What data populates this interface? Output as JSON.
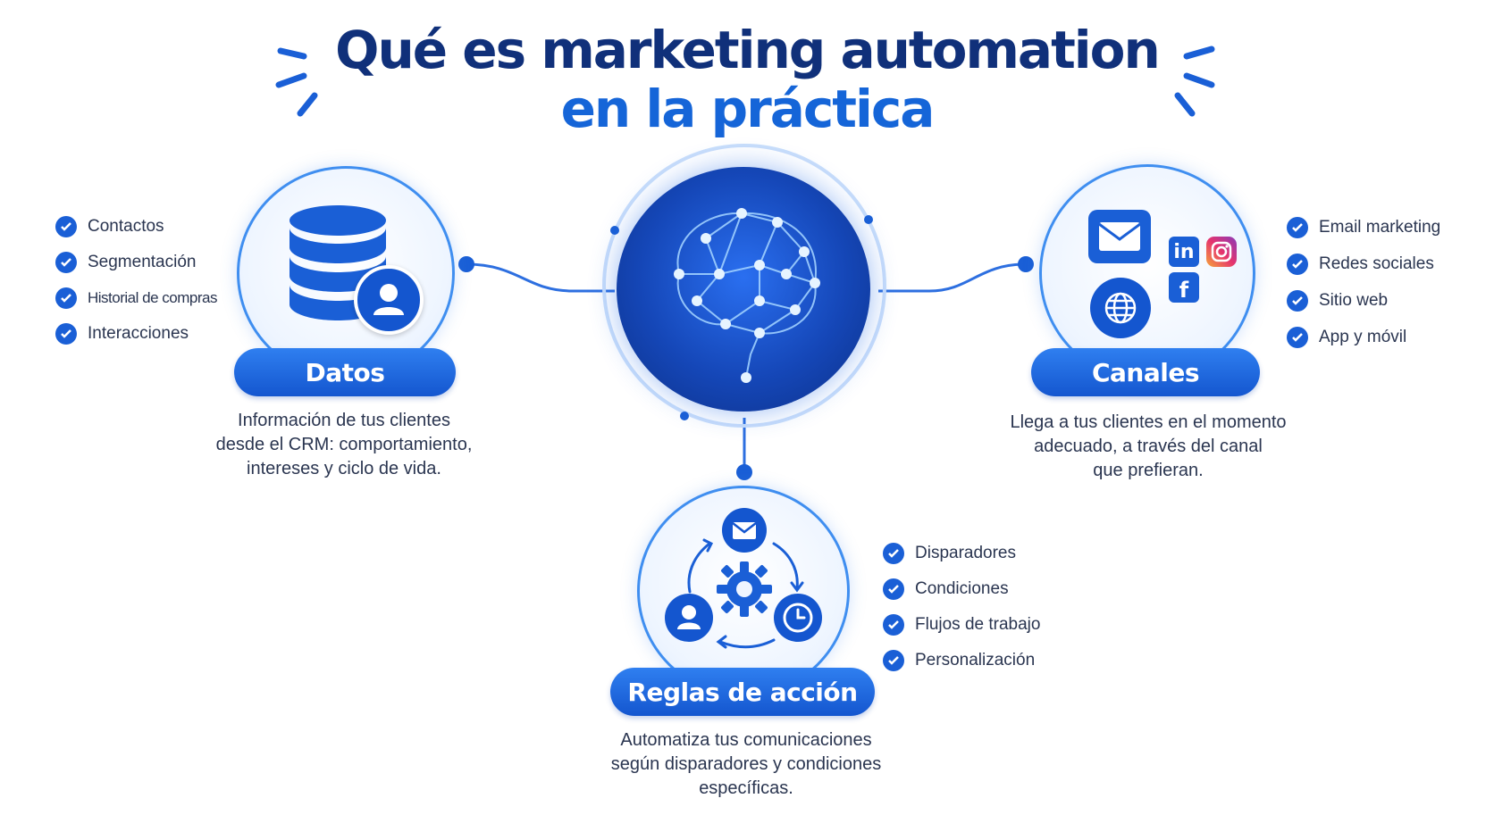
{
  "title": {
    "line1": "Qué es marketing automation",
    "line2": "en la práctica"
  },
  "colors": {
    "navy": "#10307a",
    "primary": "#1565d8",
    "accent": "#3f8ef0"
  },
  "datos": {
    "label": "Datos",
    "description": [
      "Información de tus clientes",
      "desde el CRM: comportamiento,",
      "intereses y ciclo de vida."
    ],
    "items": [
      "Contactos",
      "Segmentación",
      "Historial de compras",
      "Interacciones"
    ],
    "icons": [
      "database-icon",
      "user-icon"
    ]
  },
  "canales": {
    "label": "Canales",
    "description": [
      "Llega a tus clientes en el momento",
      "adecuado, a través del canal",
      "que prefieran."
    ],
    "items": [
      "Email marketing",
      "Redes sociales",
      "Sitio web",
      "App y móvil"
    ],
    "icons": [
      "email-icon",
      "linkedin-icon",
      "instagram-icon",
      "facebook-icon",
      "globe-icon"
    ],
    "linkedin_text": "in",
    "facebook_text": "f"
  },
  "reglas": {
    "label": "Reglas de acción",
    "description": [
      "Automatiza tus comunicaciones",
      "según disparadores y condiciones",
      "específicas."
    ],
    "items": [
      "Disparadores",
      "Condiciones",
      "Flujos de trabajo",
      "Personalización"
    ],
    "icons": [
      "email-icon",
      "gear-icon",
      "user-icon",
      "clock-icon",
      "cycle-arrows-icon"
    ]
  },
  "center": {
    "icon": "brain-network-icon"
  }
}
